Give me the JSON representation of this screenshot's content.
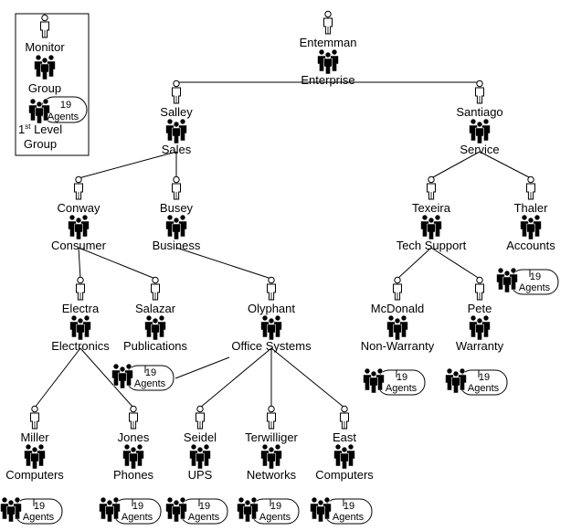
{
  "legend": {
    "monitor": "Monitor",
    "group": "Group",
    "first_level_group": {
      "prefix": "1",
      "sup": "st",
      "line1": " Level",
      "line2": "Group"
    },
    "agents_count": "19",
    "agents_word": "Agents"
  },
  "nodes": {
    "entemman": {
      "name": "Entemman",
      "group": "Enterprise"
    },
    "salley": {
      "name": "Salley",
      "group": "Sales"
    },
    "santiago": {
      "name": "Santiago",
      "group": "Service"
    },
    "conway": {
      "name": "Conway",
      "group": "Consumer"
    },
    "busey": {
      "name": "Busey",
      "group": "Business"
    },
    "texeira": {
      "name": "Texeira",
      "group": "Tech Support"
    },
    "thaler": {
      "name": "Thaler",
      "group": "Accounts"
    },
    "electra": {
      "name": "Electra",
      "group": "Electronics"
    },
    "salazar": {
      "name": "Salazar",
      "group": "Publications"
    },
    "olyphant": {
      "name": "Olyphant",
      "group": "Office Systems"
    },
    "mcdonald": {
      "name": "McDonald",
      "group": "Non-Warranty"
    },
    "pete": {
      "name": "Pete",
      "group": "Warranty"
    },
    "miller": {
      "name": "Miller",
      "group": "Computers"
    },
    "jones": {
      "name": "Jones",
      "group": "Phones"
    },
    "seidel": {
      "name": "Seidel",
      "group": "UPS"
    },
    "terwilliger": {
      "name": "Terwilliger",
      "group": "Networks"
    },
    "east": {
      "name": "East",
      "group": "Computers"
    }
  },
  "agent_pool": {
    "count": "19",
    "word": "Agents"
  }
}
